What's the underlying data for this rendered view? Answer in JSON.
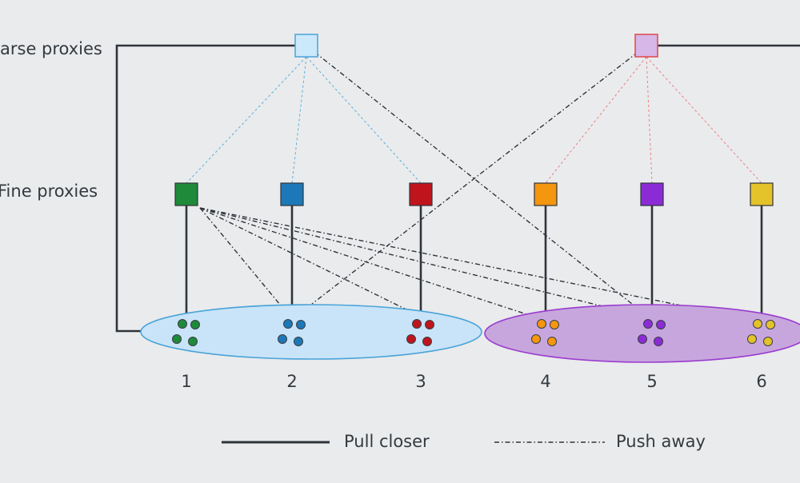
{
  "labels": {
    "coarse": "arse proxies",
    "fine": "Fine proxies"
  },
  "coarse_proxies": [
    {
      "id": "c1",
      "fill": "#cce8fb",
      "stroke": "#4aa3d8"
    },
    {
      "id": "c2",
      "fill": "#d7b6e8",
      "stroke": "#e0474c"
    }
  ],
  "fine_proxies": [
    {
      "id": "1",
      "label": "1",
      "color": "#1e8a3a",
      "parent": "c1"
    },
    {
      "id": "2",
      "label": "2",
      "color": "#1d78b8",
      "parent": "c1"
    },
    {
      "id": "3",
      "label": "3",
      "color": "#c0141c",
      "parent": "c1"
    },
    {
      "id": "4",
      "label": "4",
      "color": "#f5960f",
      "parent": "c2"
    },
    {
      "id": "5",
      "label": "5",
      "color": "#8b2bd6",
      "parent": "c2"
    },
    {
      "id": "6",
      "label": "6",
      "color": "#e3c22a",
      "parent": "c2"
    }
  ],
  "clusters": [
    {
      "id": "left",
      "fill": "#c9e4f8",
      "stroke": "#4aa3d8"
    },
    {
      "id": "right",
      "fill": "#c7a6dd",
      "stroke": "#9a3ccf"
    }
  ],
  "legend": {
    "pull": "Pull closer",
    "push": "Push away"
  },
  "colors": {
    "line": "#2f343b",
    "edge_left": "#58aee0",
    "edge_right": "#ea7f86"
  }
}
